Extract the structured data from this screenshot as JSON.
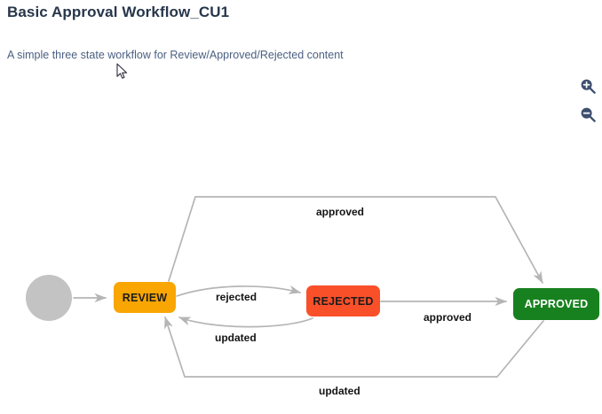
{
  "header": {
    "title": "Basic Approval Workflow_CU1",
    "description": "A simple three state workflow for Review/Approved/Rejected content"
  },
  "toolbar": {
    "zoom_in": {
      "icon": "zoom-in-icon",
      "label": "Zoom in"
    },
    "zoom_out": {
      "icon": "zoom-out-icon",
      "label": "Zoom out"
    }
  },
  "diagram": {
    "type": "workflow-state-diagram",
    "nodes": [
      {
        "id": "start",
        "label": "",
        "shape": "circle",
        "color": "#c3c3c3",
        "text_color": "#1c1c1c"
      },
      {
        "id": "review",
        "label": "REVIEW",
        "shape": "rounded-rectangle",
        "color": "#f9a603",
        "text_color": "#1c1c1c"
      },
      {
        "id": "rejected",
        "label": "REJECTED",
        "shape": "rounded-rectangle",
        "color": "#f9502a",
        "text_color": "#1c1c1c"
      },
      {
        "id": "approved",
        "label": "APPROVED",
        "shape": "rounded-rectangle",
        "color": "#18811f",
        "text_color": "#ffffff"
      }
    ],
    "edges": [
      {
        "id": "start-review",
        "from": "start",
        "to": "review",
        "label": ""
      },
      {
        "id": "review-approved",
        "from": "review",
        "to": "approved",
        "label": "approved"
      },
      {
        "id": "review-rejected",
        "from": "review",
        "to": "rejected",
        "label": "rejected"
      },
      {
        "id": "rejected-approved",
        "from": "rejected",
        "to": "approved",
        "label": "approved"
      },
      {
        "id": "rejected-review-updated",
        "from": "rejected",
        "to": "review",
        "label": "updated"
      },
      {
        "id": "approved-review-updated",
        "from": "approved",
        "to": "review",
        "label": "updated"
      }
    ],
    "edge_color": "#b5b5b5",
    "labels": {
      "approved_top": "approved",
      "rejected": "rejected",
      "approved_bottom": "approved",
      "updated_mid": "updated",
      "updated_bottom": "updated"
    }
  }
}
